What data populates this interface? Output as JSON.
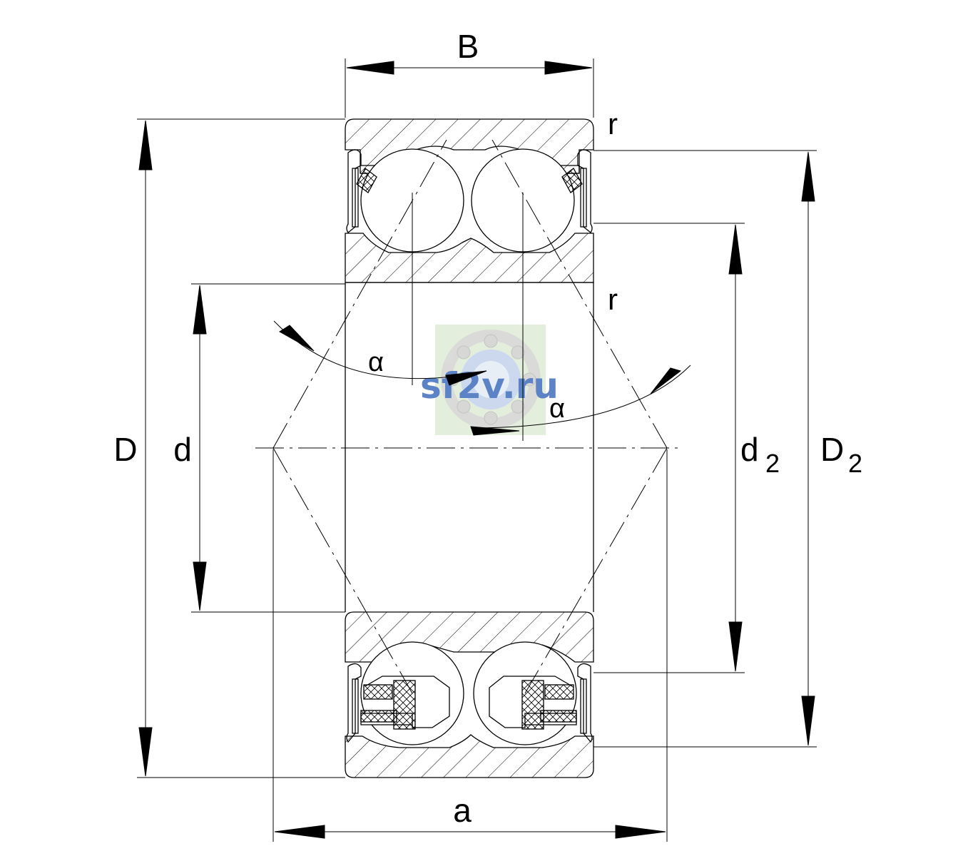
{
  "diagram": {
    "type": "double-row angular contact ball bearing cross-section",
    "line_color": "#000000",
    "background": "#ffffff"
  },
  "labels": {
    "B": "B",
    "D": "D",
    "d": "d",
    "d2_base": "d",
    "d2_sub": "2",
    "D2_base": "D",
    "D2_sub": "2",
    "a": "a",
    "r_top": "r",
    "r_mid": "r",
    "alpha_left": "α",
    "alpha_right": "α"
  },
  "watermark": {
    "text": "sf2v.ru",
    "text_color": "#5b83c6",
    "panel_color": "#e4eedc"
  }
}
